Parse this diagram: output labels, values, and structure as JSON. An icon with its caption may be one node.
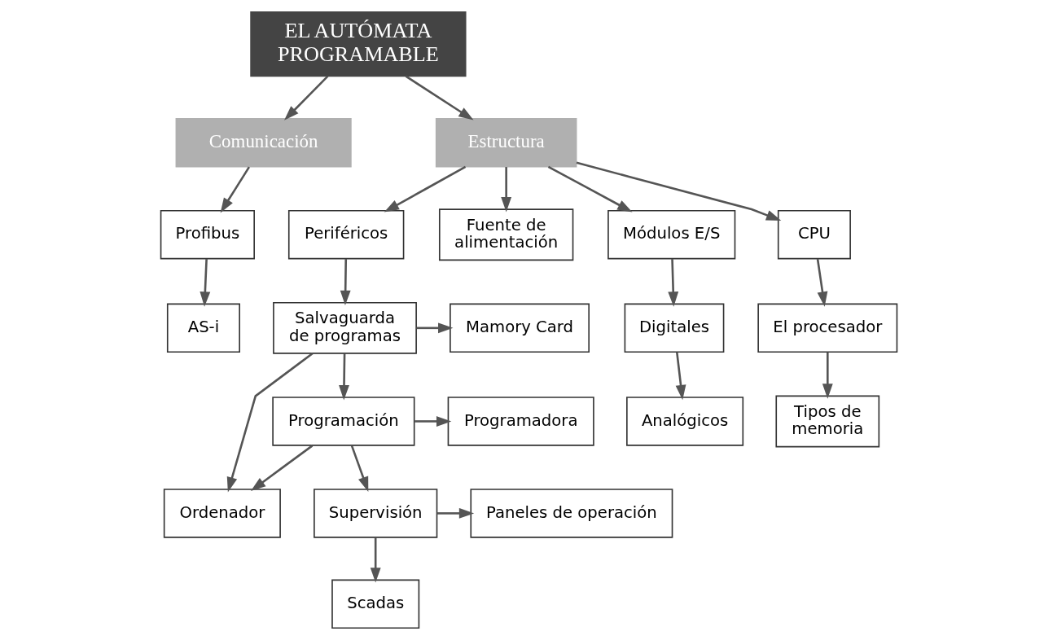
{
  "diagram": {
    "nodes": [
      {
        "text": [
          "EL AUTÓMATA PROGRAMABLE"
        ]
      },
      {
        "text": [
          "Comunicación"
        ]
      },
      {
        "text": [
          "Estructura"
        ]
      },
      {
        "text": [
          "Profibus"
        ]
      },
      {
        "text": [
          "AS-i"
        ]
      },
      {
        "text": [
          "Periféricos"
        ]
      },
      {
        "text": [
          "Fuente de alimentación"
        ]
      },
      {
        "text": [
          "Módulos E/S"
        ]
      },
      {
        "text": [
          "CPU"
        ]
      },
      {
        "text": [
          "Salvaguarda de programas"
        ]
      },
      {
        "text": [
          "Mamory Card"
        ]
      },
      {
        "text": [
          "Ordenador"
        ]
      },
      {
        "text": [
          "Programación"
        ]
      },
      {
        "text": [
          "Programadora"
        ]
      },
      {
        "text": [
          "Supervisión"
        ]
      },
      {
        "text": [
          "Paneles de operación"
        ]
      },
      {
        "text": [
          "Scadas"
        ]
      },
      {
        "text": [
          "Digitales"
        ]
      },
      {
        "text": [
          "Analógicos"
        ]
      },
      {
        "text": [
          "El procesador"
        ]
      },
      {
        "text": [
          "Tipos de memoria"
        ]
      }
    ],
    "edges": [
      {
        "from": 0,
        "to": 1,
        "arrow": "to"
      },
      {
        "from": 0,
        "to": 2,
        "arrow": "to"
      },
      {
        "from": 1,
        "to": 3,
        "arrow": "to"
      },
      {
        "from": 3,
        "to": 4,
        "arrow": "to"
      },
      {
        "from": 2,
        "to": 5,
        "arrow": "to"
      },
      {
        "from": 2,
        "to": 6,
        "arrow": "to"
      },
      {
        "from": 2,
        "to": 7,
        "arrow": "to"
      },
      {
        "from": 2,
        "to": 8,
        "arrow": "to"
      },
      {
        "from": 5,
        "to": 9,
        "arrow": "to"
      },
      {
        "from": 9,
        "to": 10,
        "arrow": "to"
      },
      {
        "from": 9,
        "to": 11,
        "arrow": "to"
      },
      {
        "from": 9,
        "to": 12,
        "arrow": "to"
      },
      {
        "from": 12,
        "to": 11,
        "arrow": "to"
      },
      {
        "from": 12,
        "to": 13,
        "arrow": "to"
      },
      {
        "from": 12,
        "to": 14,
        "arrow": "to"
      },
      {
        "from": 14,
        "to": 15,
        "arrow": "to"
      },
      {
        "from": 14,
        "to": 16,
        "arrow": "to"
      },
      {
        "from": 7,
        "to": 17,
        "arrow": "to"
      },
      {
        "from": 17,
        "to": 18,
        "arrow": "to"
      },
      {
        "from": 8,
        "to": 19,
        "arrow": "to"
      },
      {
        "from": 19,
        "to": 20,
        "arrow": "to"
      }
    ]
  }
}
